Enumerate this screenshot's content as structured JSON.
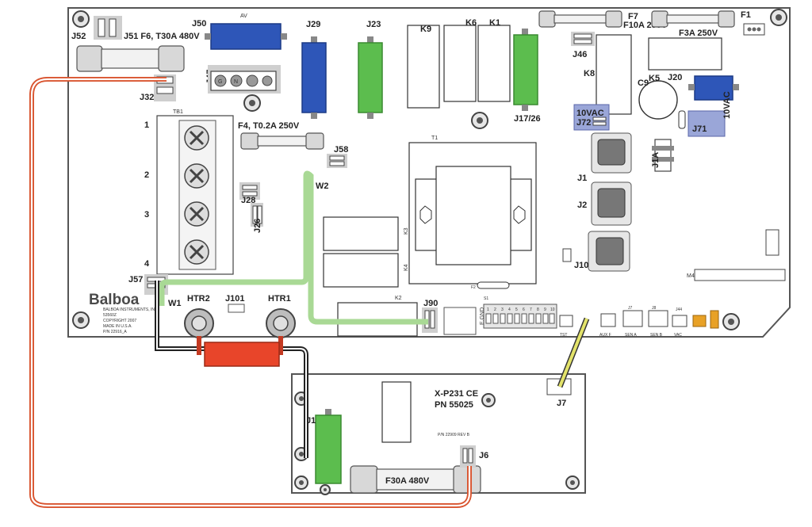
{
  "main_board": {
    "fuses": {
      "f6_label": "J51 F6, T30A 480V",
      "f4_label": "F4, T0.2A 250V",
      "f7_label": "F7",
      "f7_rating": "F10A 250V",
      "f3_label": "F3A 250V",
      "f1_label": "F1"
    },
    "connectors": {
      "j52": "J52",
      "j50": "J50",
      "j50_top": "AV",
      "j29": "J29",
      "j23": "J23",
      "j47": "J47",
      "j47_pins": [
        "G",
        "N"
      ],
      "j32": "J32",
      "j46": "J46",
      "j17_26": "J17/26",
      "j58": "J58",
      "j28": "J28",
      "j26": "J26",
      "j57": "J57",
      "j101": "J101",
      "j90": "J90",
      "j1": "J1",
      "j2": "J2",
      "j10": "J10",
      "j1a": "J1A",
      "j20": "J20",
      "j72": "J72",
      "j72_v": "10VAC",
      "j71": "J71",
      "j71_v": "10VAC",
      "j7_board": "J7",
      "j8": "J8",
      "j44": "J44",
      "j_sen_a": "SEN A",
      "j_sen_b": "SEN B",
      "vac": "VAC",
      "aux_f": "AUX F",
      "tst": "TST"
    },
    "relays": {
      "k9": "K9",
      "k6": "K6",
      "k1": "K1",
      "k8": "K8",
      "k5": "K5",
      "c9": "C9",
      "k3": "K3",
      "k4": "K4",
      "k2": "K2"
    },
    "tb1": {
      "label": "TB1",
      "positions": [
        "1",
        "2",
        "3",
        "4"
      ]
    },
    "heater": {
      "htr1": "HTR1",
      "htr2": "HTR2",
      "w1": "W1",
      "w2": "W2"
    },
    "transformer": {
      "label": "T1",
      "f2": "F2"
    },
    "switch_s1": {
      "label": "S1",
      "positions": [
        "1",
        "2",
        "3",
        "4",
        "5",
        "6",
        "7",
        "8",
        "9",
        "10"
      ]
    },
    "e_gnd": "E.GND",
    "m4": "M4",
    "brand": "Balboa",
    "brand_text": [
      "BALBOA INSTRUMENTS, INC.",
      "53560Z",
      "COPYRIGHT 2007",
      "MADE IN U.S.A.",
      "P/N 22916_A"
    ]
  },
  "expansion_board": {
    "title": "X-P231 CE",
    "pn": "PN 55025",
    "small_pn": "P/N 22909 REV B",
    "j7": "J7",
    "j6": "J6",
    "fuse": "F30A 480V",
    "j1": "J1"
  },
  "colors": {
    "relay_blue": "#2e56b8",
    "relay_green": "#5cbd4e",
    "wire_red": "#d9542f",
    "wire_green": "#a9d995",
    "wire_yellow": "#e3e36a",
    "heater_red": "#e8452a",
    "jumper_blue": "#9aa6d8",
    "jumper_orange": "#e8a126"
  }
}
